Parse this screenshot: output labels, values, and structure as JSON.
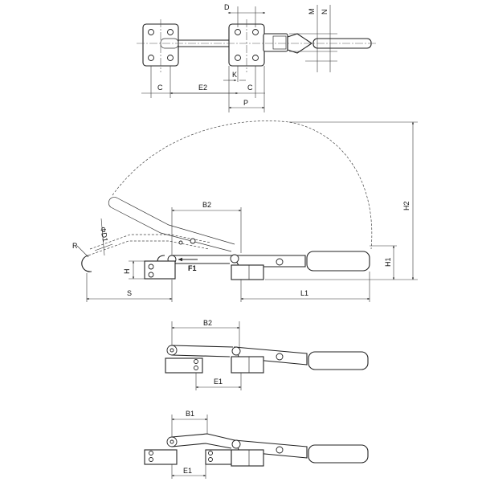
{
  "top_view": {
    "labels": {
      "D": "D",
      "M": "M",
      "N": "N",
      "K": "K",
      "C_left": "C",
      "E2": "E2",
      "C_right": "C",
      "P": "P"
    }
  },
  "main_view": {
    "labels": {
      "H2": "H2",
      "B2": "B2",
      "D1": "ΦD1",
      "R": "R",
      "H": "H",
      "F1": "F1",
      "H1": "H1",
      "S": "S",
      "L1": "L1"
    }
  },
  "view_2": {
    "labels": {
      "B2": "B2",
      "E1": "E1"
    }
  },
  "view_3": {
    "labels": {
      "B1": "B1",
      "E1": "E1"
    }
  }
}
